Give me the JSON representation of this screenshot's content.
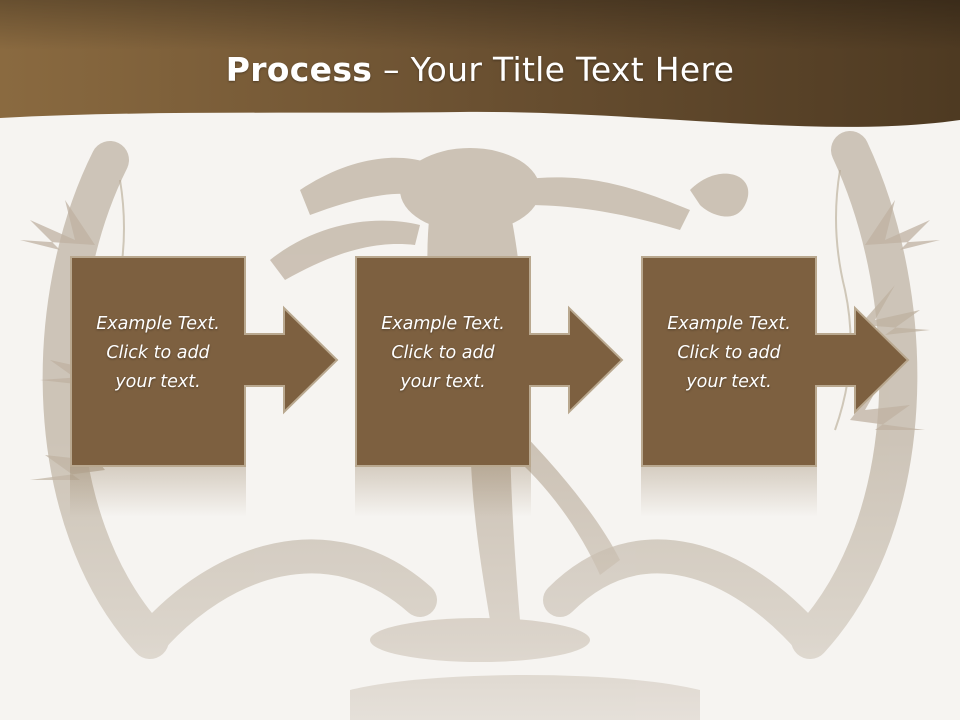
{
  "title": {
    "bold": "Process",
    "rest": " – Your Title Text Here"
  },
  "steps": [
    {
      "line1": "Example Text.",
      "line2": "Click  to add",
      "line3": "your text."
    },
    {
      "line1": "Example Text.",
      "line2": "Click  to add",
      "line3": "your text."
    },
    {
      "line1": "Example Text.",
      "line2": "Click  to add",
      "line3": "your text."
    }
  ],
  "colors": {
    "header_dark": "#4e3a22",
    "header_light": "#8a6a40",
    "box_fill": "#7d6040",
    "box_border": "#b9a88f",
    "background": "#f6f4f1",
    "statue_tint": "#b8ab9a"
  },
  "icons": [
    "arrow-right-icon"
  ]
}
